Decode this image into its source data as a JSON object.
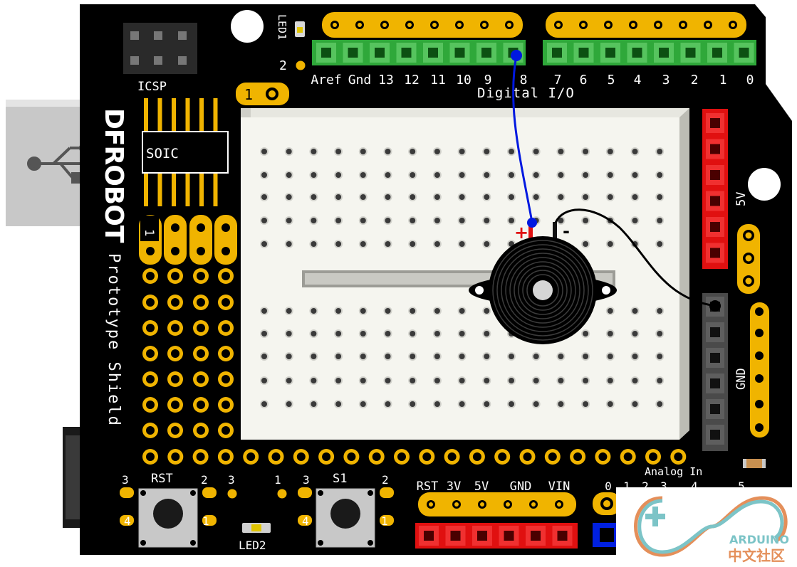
{
  "board": {
    "brand": "DFROBOT",
    "name": "Prototype Shield",
    "icsp_label": "ICSP",
    "soic_label": "SOIC",
    "led1_label": "LED1",
    "led2_label": "LED2",
    "digital_io_label": "Digital I/O",
    "analog_in_label": "Analog In",
    "five_v_label": "5V",
    "gnd_label": "GND",
    "header_one_label": "1",
    "header_two_label": "2",
    "proto_one_label": "1",
    "colors": {
      "pcb": "#000000",
      "pad": "#f0b400",
      "green_header": "#2fa83a",
      "red_header": "#e01010",
      "blue_wire": "#0018e0",
      "breadboard": "#f5f5ef"
    }
  },
  "digital_pins": [
    "Aref",
    "Gnd",
    "13",
    "12",
    "11",
    "10",
    "9",
    "8",
    "7",
    "6",
    "5",
    "4",
    "3",
    "2",
    "1",
    "0"
  ],
  "power_pins": [
    "RST",
    "3V",
    "5V",
    "GND",
    "VIN"
  ],
  "analog_pins": [
    "0",
    "1",
    "2",
    "3",
    "4",
    "5"
  ],
  "buttons": {
    "rst": {
      "label": "RST",
      "pins": [
        "3",
        "2",
        "4",
        "1"
      ]
    },
    "s1": {
      "label": "S1",
      "pins": [
        "3",
        "2",
        "4",
        "1"
      ]
    },
    "between_labels": [
      "3",
      "1"
    ]
  },
  "buzzer": {
    "plus_label": "+",
    "minus_label": "-"
  },
  "watermark": {
    "line1": "ARDUINO",
    "line2": "中文社区"
  }
}
